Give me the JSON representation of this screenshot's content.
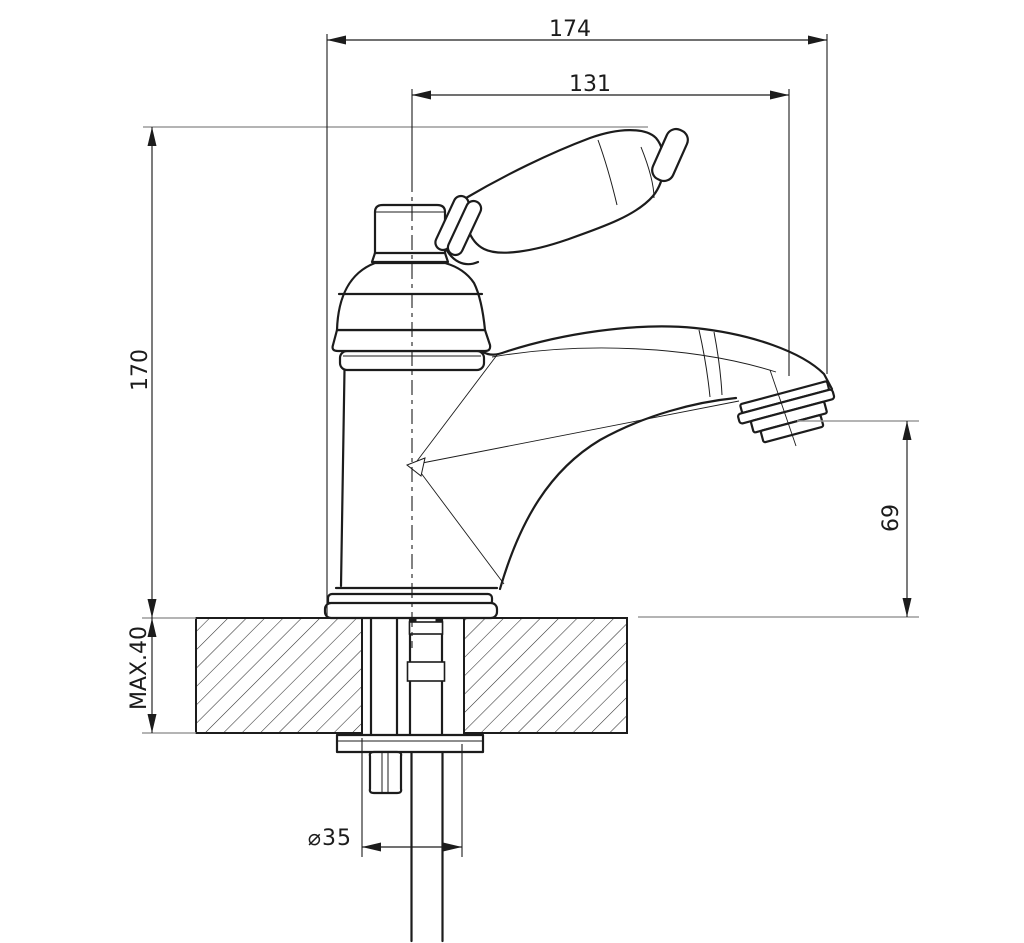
{
  "drawing": {
    "labels": {
      "overall_depth": "174",
      "spout_reach": "131",
      "total_height": "170",
      "max_deck_thickness": "MAX.40",
      "spout_height": "69",
      "hole_diameter": "⌀35"
    },
    "colors": {
      "line": "#1c1c1c",
      "dim": "#1c1c1c",
      "extension": "#9c9c9c",
      "hatch": "#2f2f2f",
      "background": "#ffffff"
    }
  }
}
